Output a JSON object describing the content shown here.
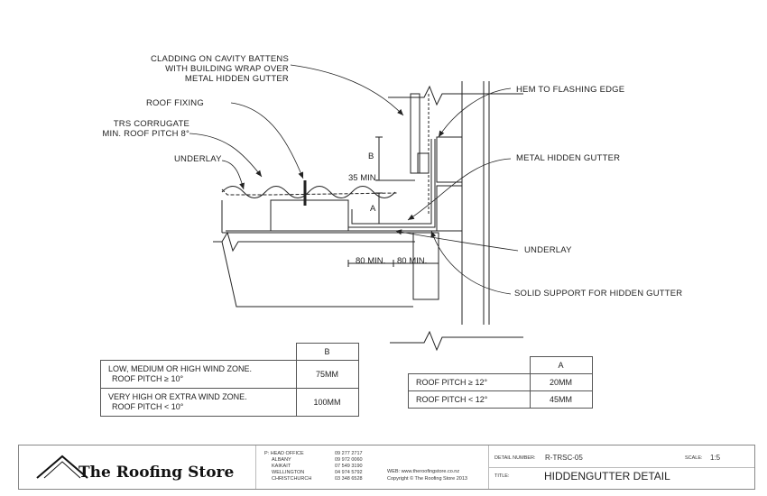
{
  "labels": {
    "cladding": [
      "CLADDING ON CAVITY BATTENS",
      "WITH BUILDING WRAP OVER",
      "METAL HIDDEN GUTTER"
    ],
    "roof_fixing": "ROOF FIXING",
    "trs": [
      "TRS CORRUGATE",
      "MIN. ROOF PITCH 8°"
    ],
    "underlay_left": "UNDERLAY",
    "hem": "HEM TO FLASHING EDGE",
    "metal_gutter": "METAL HIDDEN GUTTER",
    "underlay_right": "UNDERLAY",
    "solid_support": "SOLID SUPPORT FOR HIDDEN GUTTER"
  },
  "dimensions": {
    "b": "B",
    "a": "A",
    "min35": "35 MIN.",
    "min80a": "80 MIN.",
    "min80b": "80 MIN."
  },
  "table_b": {
    "header": "B",
    "rows": [
      {
        "line1": "LOW, MEDIUM OR HIGH WIND ZONE.",
        "line2": "ROOF PITCH ≥ 10°",
        "value": "75MM"
      },
      {
        "line1": "VERY HIGH OR EXTRA WIND ZONE.",
        "line2": "ROOF PITCH < 10°",
        "value": "100MM"
      }
    ]
  },
  "table_a": {
    "header": "A",
    "rows": [
      {
        "label": "ROOF PITCH ≥ 12°",
        "value": "20MM"
      },
      {
        "label": "ROOF PITCH < 12°",
        "value": "45MM"
      }
    ]
  },
  "title_block": {
    "company": "The Roofing Store",
    "offices": [
      {
        "name": "P: HEAD OFFICE",
        "phone": "09 277 2717"
      },
      {
        "name": "ALBANY",
        "phone": "09 972 0060"
      },
      {
        "name": "KAIKAIT",
        "phone": "07 549 3190"
      },
      {
        "name": "WELLINGTON",
        "phone": "04 974 5792"
      },
      {
        "name": "CHRISTCHURCH",
        "phone": "03 348 6528"
      }
    ],
    "web": "WEB: www.theroofingstore.co.nz",
    "copyright": "Copyright © The Roofing Store 2013",
    "detail_number_label": "DETAIL NUMBER:",
    "detail_number": "R-TRSC-05",
    "scale_label": "SCALE:",
    "scale": "1:5",
    "title_label": "TITLE:",
    "title": "HIDDENGUTTER DETAIL"
  }
}
